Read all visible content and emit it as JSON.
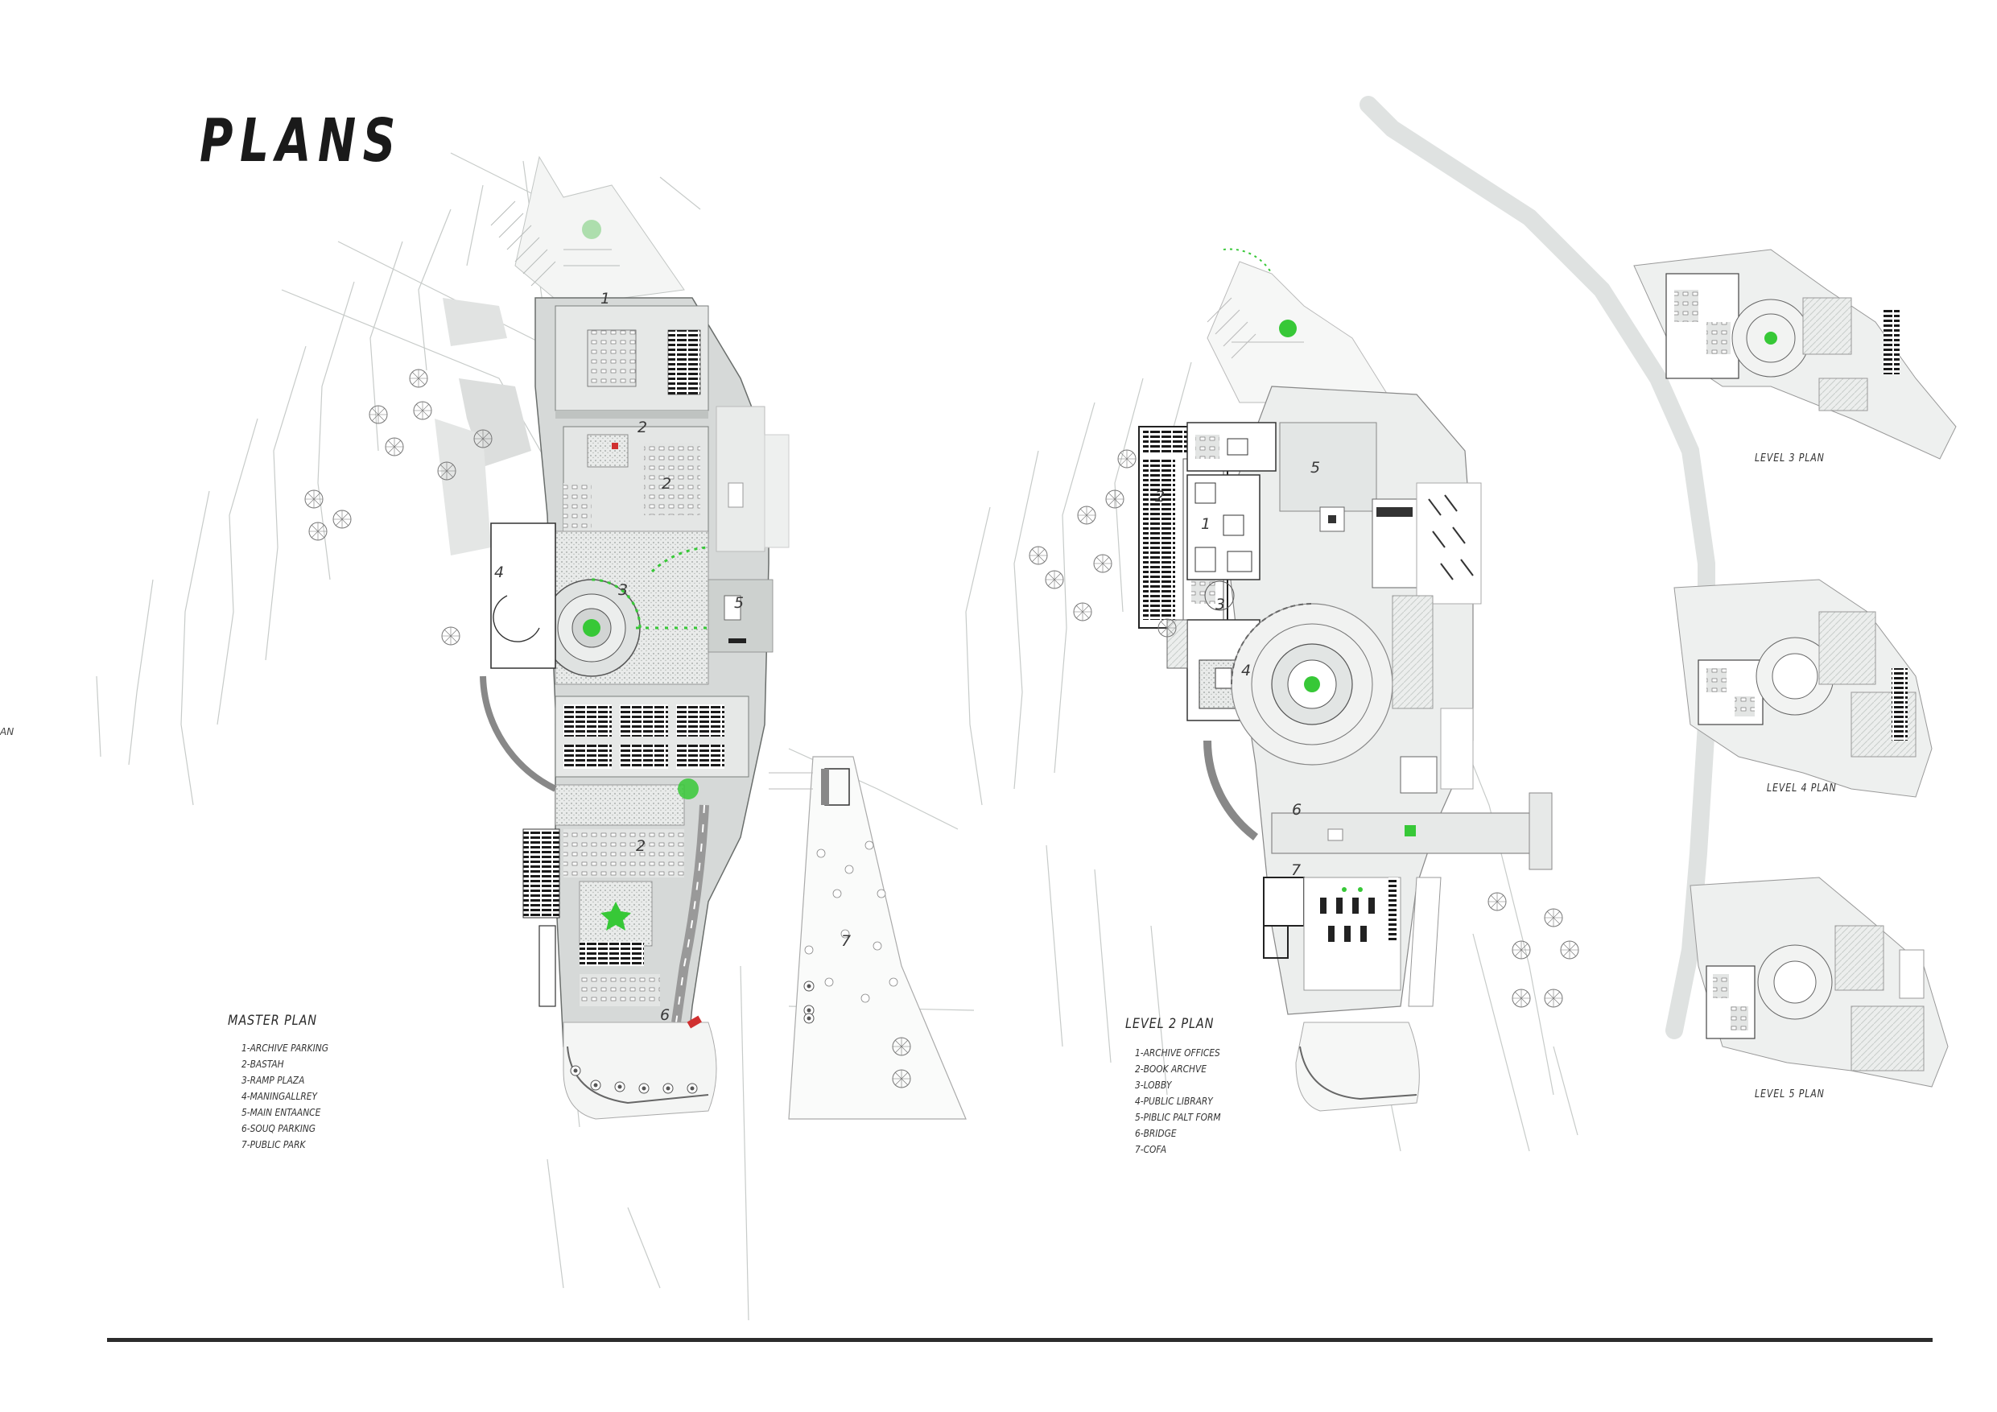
{
  "sheet": {
    "title": "PLANS",
    "edge_fragment": "AN"
  },
  "master_plan": {
    "caption": "MASTER PLAN",
    "legend": [
      "1-ARCHIVE PARKING",
      "2-BASTAH",
      "3-RAMP PLAZA",
      "4-MANINGALLREY",
      "5-MAIN ENTAANCE",
      "6-SOUQ PARKING",
      "7-PUBLIC PARK"
    ],
    "labels": [
      "1",
      "2",
      "2",
      "2",
      "3",
      "4",
      "5",
      "6",
      "7"
    ]
  },
  "level2_plan": {
    "caption": "LEVEL 2 PLAN",
    "legend": [
      "1-ARCHIVE OFFICES",
      "2-BOOK ARCHVE",
      "3-LOBBY",
      "4-PUBLIC LIBRARY",
      "5-PIBLIC PALT FORM",
      "6-BRIDGE",
      "7-COFA"
    ],
    "labels": [
      "1",
      "2",
      "3",
      "4",
      "5",
      "6",
      "7"
    ]
  },
  "upper_plans": [
    {
      "caption": "LEVEL 3 PLAN"
    },
    {
      "caption": "LEVEL 4 PLAN"
    },
    {
      "caption": "LEVEL 5 PLAN"
    }
  ],
  "colors": {
    "ink": "#1e1e1e",
    "plan_fill": "#d9dcda",
    "plan_light": "#e6e8e6",
    "accent_green": "#37c837",
    "accent_red": "#d03030",
    "contour": "#bfc3c1"
  }
}
